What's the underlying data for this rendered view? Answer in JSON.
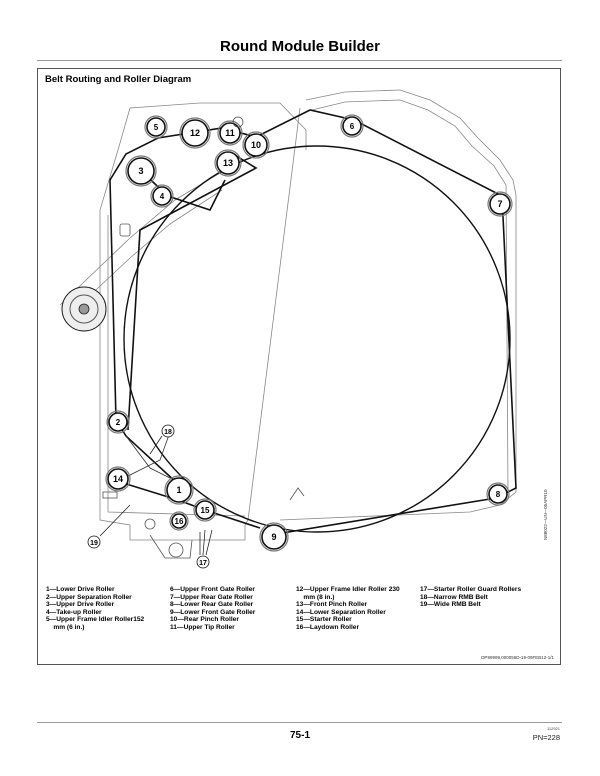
{
  "header": {
    "title": "Round Module Builder"
  },
  "figure": {
    "title": "Belt Routing and Roller Diagram",
    "side_id": "N88022—UN—05APR10",
    "doc_ref": "DP99999,000056D-19-09FEB12-1/1"
  },
  "rollers": [
    {
      "label": "1"
    },
    {
      "label": "2"
    },
    {
      "label": "3"
    },
    {
      "label": "4"
    },
    {
      "label": "5"
    },
    {
      "label": "6"
    },
    {
      "label": "7"
    },
    {
      "label": "8"
    },
    {
      "label": "9"
    },
    {
      "label": "10"
    },
    {
      "label": "11"
    },
    {
      "label": "12"
    },
    {
      "label": "13"
    },
    {
      "label": "14"
    },
    {
      "label": "15"
    },
    {
      "label": "16"
    }
  ],
  "callouts": [
    "17",
    "18",
    "19"
  ],
  "legend": {
    "col1": [
      "1—Lower Drive Roller",
      "2—Upper Separation Roller",
      "3—Upper Drive Roller",
      "4—Take-up Roller",
      "5—Upper Frame Idler Roller152",
      "    mm (6 in.)"
    ],
    "col2": [
      "6—Upper Front Gate Roller",
      "7—Upper Rear Gate Roller",
      "8—Lower Rear Gate Roller",
      "9—Lower Front Gate Roller",
      "10—Rear Pinch Roller",
      "11—Upper Tip Roller"
    ],
    "col3": [
      "12—Upper Frame Idler Roller 230",
      "    mm (8 in.)",
      "13—Front Pinch Roller",
      "14—Lower Separation Roller",
      "15—Starter Roller",
      "16—Laydown Roller"
    ],
    "col4": [
      "17—Starter Roller Guard Rollers",
      "18—Narrow RMB Belt",
      "19—Wide RMB Belt"
    ]
  },
  "footer": {
    "page_number": "75-1",
    "small_code": "112921",
    "pn": "PN=228"
  }
}
